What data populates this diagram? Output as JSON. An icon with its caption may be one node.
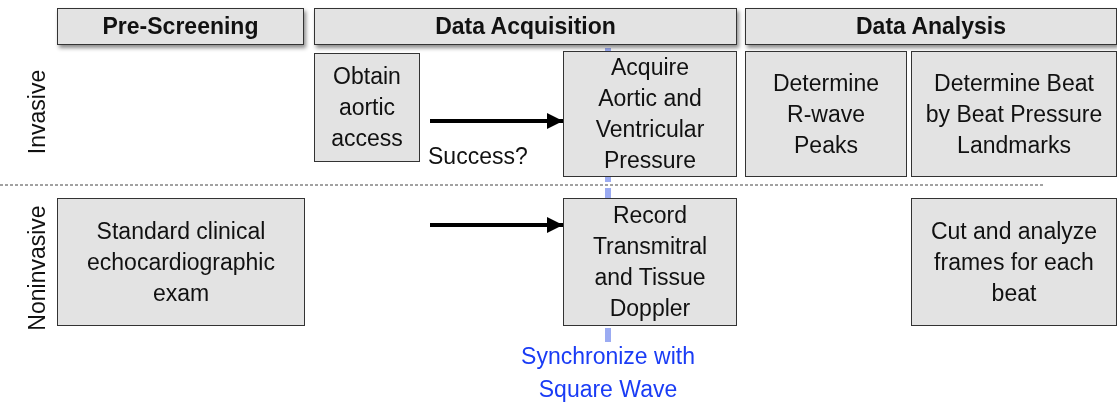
{
  "diagram": {
    "nodes": [
      {
        "text": [
          "Pre-Screening"
        ]
      },
      {
        "text": [
          "Data Acquisition"
        ]
      },
      {
        "text": [
          "Data Analysis"
        ]
      },
      {
        "text": [
          "Obtain aortic access"
        ]
      },
      {
        "text": [
          "Acquire Aortic and Ventricular Pressure"
        ]
      },
      {
        "text": [
          "Determine R-wave Peaks"
        ]
      },
      {
        "text": [
          "Determine Beat by Beat Pressure Landmarks"
        ]
      },
      {
        "text": [
          "Standard clinical echocardiographic exam"
        ]
      },
      {
        "text": [
          "Record Transmitral and Tissue Doppler"
        ]
      },
      {
        "text": [
          "Cut and analyze frames for each beat"
        ]
      }
    ],
    "edges": [
      {
        "from": 3,
        "to": 4,
        "arrow": "to",
        "label": "Success?"
      },
      {
        "from": null,
        "to": 8,
        "arrow": "to"
      }
    ],
    "labels": [
      "Invasive",
      "Noninvasive",
      "Synchronize with Square Wave"
    ]
  }
}
